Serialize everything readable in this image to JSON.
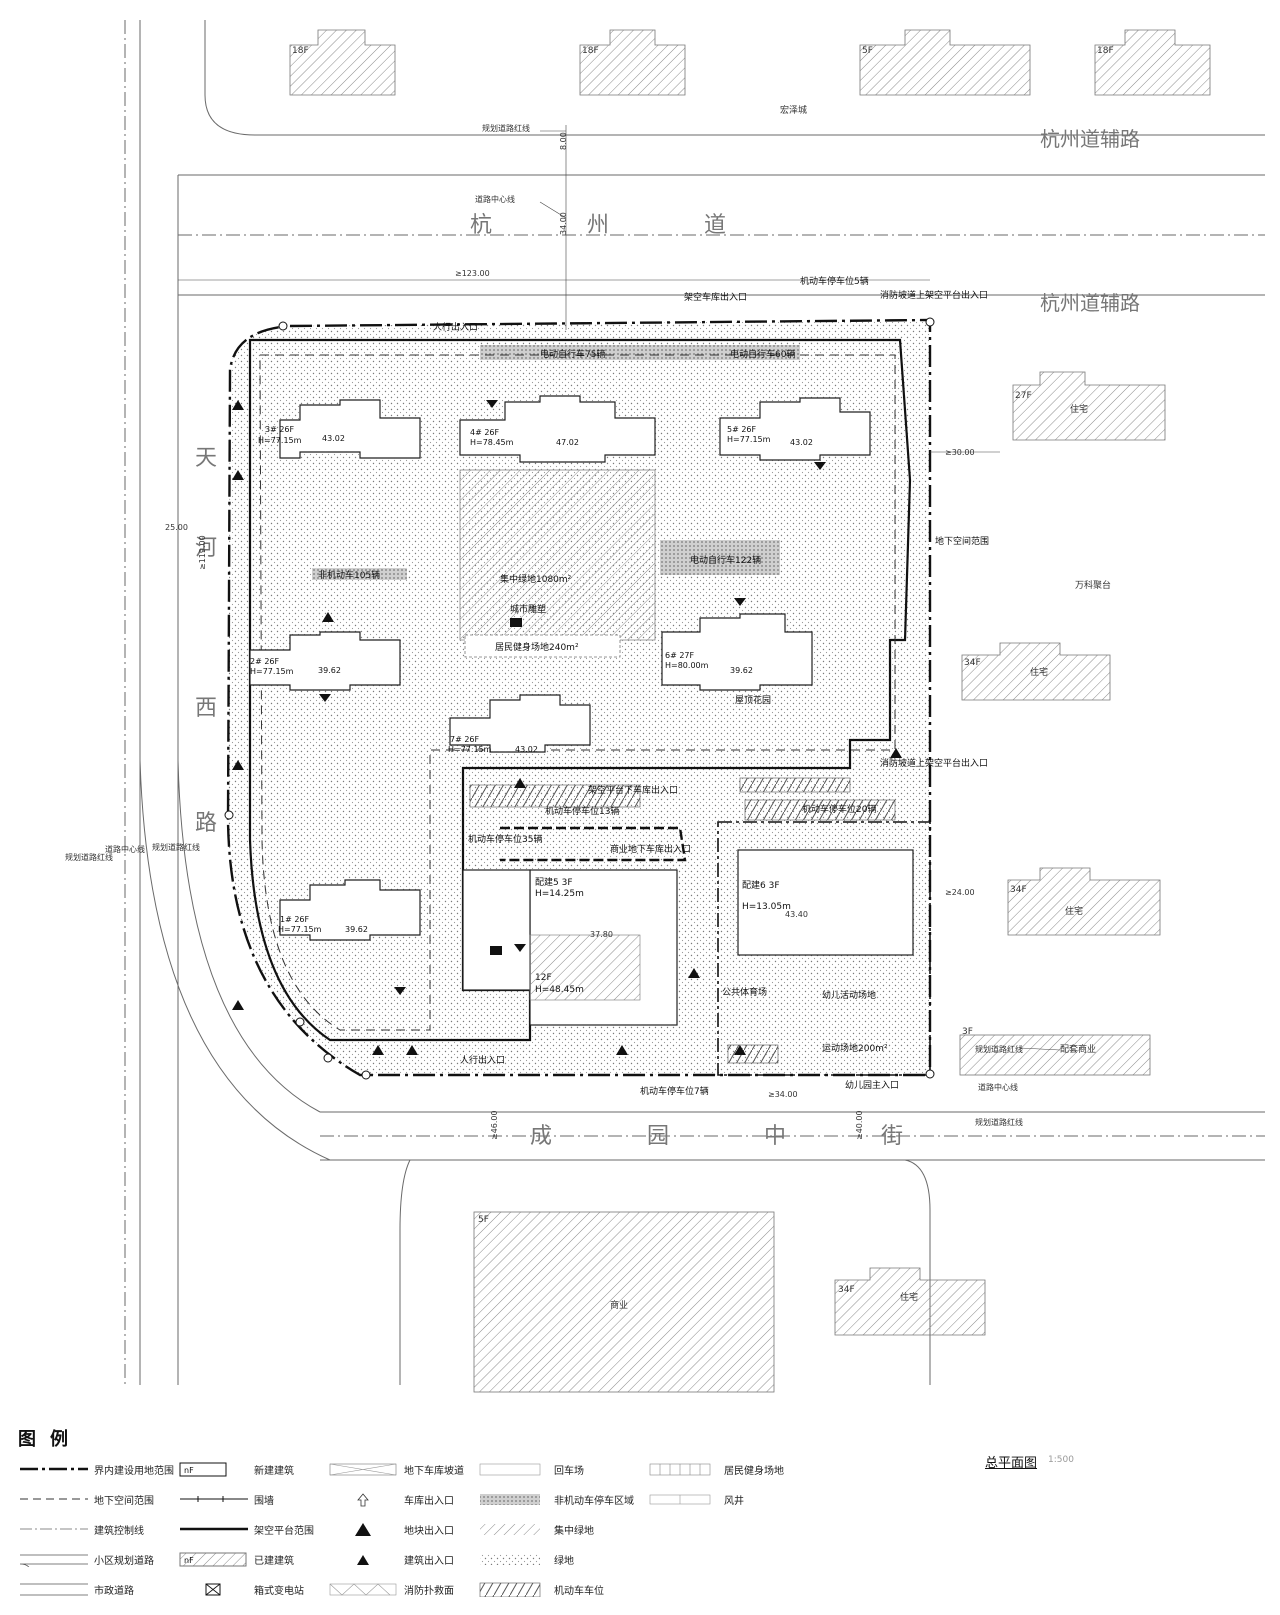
{
  "roads": {
    "north_name": "杭州道",
    "north_extension": "杭州道辅路",
    "west_name": "天河西路",
    "south_name": "成园中街"
  },
  "legend": {
    "title": "图例",
    "items": [
      {
        "label": "界内建设用地范围"
      },
      {
        "label": "地下空间范围"
      },
      {
        "label": "建筑控制线"
      },
      {
        "label": "小区规划道路"
      },
      {
        "label": "市政道路"
      },
      {
        "label": "新建建筑"
      },
      {
        "label": "围墙"
      },
      {
        "label": "架空平台范围"
      },
      {
        "label": "已建建筑"
      },
      {
        "label": "箱式变电站"
      },
      {
        "label": "地下车库坡道"
      },
      {
        "label": "车库出入口"
      },
      {
        "label": "地块出入口"
      },
      {
        "label": "建筑出入口"
      },
      {
        "label": "消防扑救面"
      },
      {
        "label": "回车场"
      },
      {
        "label": "非机动车停车区域"
      },
      {
        "label": "集中绿地"
      },
      {
        "label": "绿地"
      },
      {
        "label": "机动车车位"
      },
      {
        "label": "居民健身场地"
      },
      {
        "label": "风井"
      }
    ],
    "sym_nf": "nF"
  },
  "plan_title": "总平面图",
  "plan_scale": "1:500",
  "existing_buildings": [
    {
      "floors": "18F",
      "label": ""
    },
    {
      "floors": "18F",
      "label": ""
    },
    {
      "floors": "5F",
      "label": "宏泽城"
    },
    {
      "floors": "18F",
      "label": ""
    },
    {
      "floors": "27F",
      "label": "住宅"
    },
    {
      "floors": "",
      "label": "万科聚台"
    },
    {
      "floors": "34F",
      "label": "住宅"
    },
    {
      "floors": "34F",
      "label": "住宅"
    },
    {
      "floors": "3F",
      "label": "配套商业"
    },
    {
      "floors": "5F",
      "label": "商业"
    },
    {
      "floors": "34F",
      "label": "住宅"
    }
  ],
  "towers": [
    {
      "id": "3# 26F",
      "height": "H=77.15m",
      "length": "43.02"
    },
    {
      "id": "4# 26F",
      "height": "H=78.45m",
      "length": "47.02"
    },
    {
      "id": "5# 26F",
      "height": "H=77.15m",
      "length": "43.02"
    },
    {
      "id": "6# 27F",
      "height": "H=80.00m",
      "length": "39.62"
    },
    {
      "id": "7# 26F",
      "height": "H=77.15m",
      "length": "43.02"
    },
    {
      "id": "2# 26F",
      "height": "H=77.15m",
      "length": "39.62"
    },
    {
      "id": "1# 26F",
      "height": "H=77.15m",
      "length": "39.62"
    }
  ],
  "facilities": {
    "central_green": "集中绿地1080m²",
    "city_sculpture": "城市雕塑",
    "fitness": "居民健身场地240m²",
    "ebike_75": "电动自行车75辆",
    "ebike_60": "电动自行车60辆",
    "ebike_122": "电动自行车122辆",
    "bike_105": "非机动车105辆",
    "roof_garden": "屋顶花园",
    "car_parking_13": "机动车停车位13辆",
    "car_parking_20": "机动车停车位20辆",
    "car_parking_7": "机动车停车位7辆",
    "car_parking_5": "机动车停车位5辆",
    "car_parking_35": "机动车停车位35辆",
    "garage_entry": "架空平台下车库出入口",
    "ramp_underground": "商业地下车库出入口",
    "pedestrian_entry_n": "人行出入口",
    "pedestrian_entry_s": "人行出入口",
    "kindergarten_entry": "幼儿园主入口",
    "fire_ramp_1": "消防坡道上架空平台出入口",
    "fire_ramp_2": "消防坡道上架空平台出入口",
    "elevated_garage_entry": "架空车库出入口",
    "underground_range": "地下空间范围",
    "building_pj5": "配建5 3F",
    "building_pj5_h": "H=14.25m",
    "building_pj6": "配建6 3F",
    "building_pj6_h": "H=13.05m",
    "building_12f": "12F",
    "building_12f_h": "H=48.45m",
    "public_sports": "公共体育场",
    "kids_play": "幼儿活动场地",
    "sports_area": "运动场地200m²"
  },
  "annotations": {
    "planning_red_line": "规划道路红线",
    "road_centerline": "道路中心线",
    "dim_123": "≥123.00",
    "dim_8": "8.00",
    "dim_34": "34.00",
    "dim_30": "≥30.00",
    "dim_119": "≥119.00",
    "dim_25": "25.00",
    "dim_46": "≥46.00",
    "dim_40": "≥40.00",
    "dim_34b": "≥34.00",
    "dim_24": "≥24.00",
    "dim_37_8": "37.80",
    "dim_43_4": "43.40"
  }
}
